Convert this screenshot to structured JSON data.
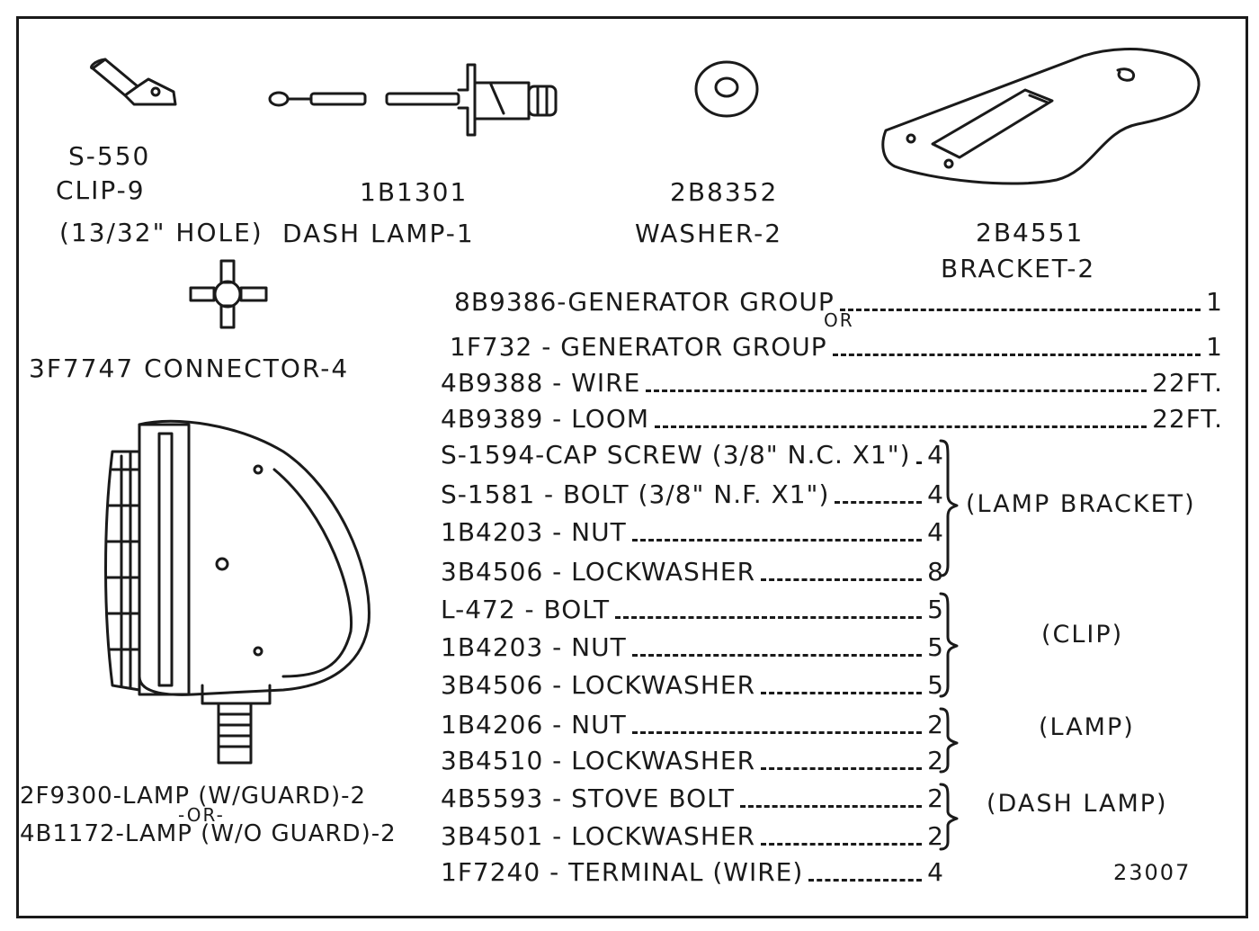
{
  "parts_top": [
    {
      "number": "S-550",
      "name": "CLIP-9",
      "note": "(13/32\" HOLE)"
    },
    {
      "number": "1B1301",
      "name": "DASH LAMP-1"
    },
    {
      "number": "2B8352",
      "name": "WASHER-2"
    },
    {
      "number": "2B4551",
      "name": "BRACKET-2"
    }
  ],
  "connector": {
    "label": "3F7747 CONNECTOR-4"
  },
  "lamp": {
    "line1": "2F9300-LAMP (W/GUARD)-2",
    "or": "-OR-",
    "line2": "4B1172-LAMP (W/O GUARD)-2"
  },
  "or_text": "OR",
  "list": [
    {
      "pn": "8B9386-GENERATOR GROUP",
      "qty": "1"
    },
    {
      "pn": "1F732 - GENERATOR GROUP",
      "qty": "1"
    },
    {
      "pn": "4B9388 - WIRE",
      "qty": "22FT."
    },
    {
      "pn": "4B9389 - LOOM",
      "qty": "22FT."
    },
    {
      "pn": "S-1594-CAP SCREW (3/8\" N.C. X1\")",
      "qty": "4"
    },
    {
      "pn": "S-1581 - BOLT (3/8\" N.F. X1\")",
      "qty": "4"
    },
    {
      "pn": "1B4203 - NUT",
      "qty": "4"
    },
    {
      "pn": "3B4506 - LOCKWASHER",
      "qty": "8"
    },
    {
      "pn": "L-472 - BOLT",
      "qty": "5"
    },
    {
      "pn": "1B4203 - NUT",
      "qty": "5"
    },
    {
      "pn": "3B4506 - LOCKWASHER",
      "qty": "5"
    },
    {
      "pn": "1B4206 - NUT",
      "qty": "2"
    },
    {
      "pn": "3B4510 - LOCKWASHER",
      "qty": "2"
    },
    {
      "pn": "4B5593 - STOVE BOLT",
      "qty": "2"
    },
    {
      "pn": "3B4501 - LOCKWASHER",
      "qty": "2"
    },
    {
      "pn": "1F7240 - TERMINAL (WIRE)",
      "qty": "4"
    }
  ],
  "groups": [
    {
      "label": "(LAMP BRACKET)"
    },
    {
      "label": "(CLIP)"
    },
    {
      "label": "(LAMP)"
    },
    {
      "label": "(DASH LAMP)"
    }
  ],
  "figure_number": "23007"
}
